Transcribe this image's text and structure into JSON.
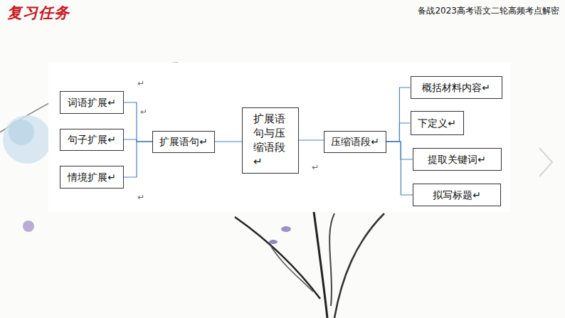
{
  "diagram": {
    "title": "复习任务",
    "nodes": [
      {
        "text": [
          "词语扩展↵"
        ]
      },
      {
        "text": [
          "句子扩展↵"
        ]
      },
      {
        "text": [
          "情境扩展↵"
        ]
      },
      {
        "text": [
          "扩展语句↵"
        ]
      },
      {
        "text": [
          "扩展语句与压缩语段↵"
        ]
      },
      {
        "text": [
          "压缩语段↵"
        ]
      },
      {
        "text": [
          "概括材料内容↵"
        ]
      },
      {
        "text": [
          "下定义↵"
        ]
      },
      {
        "text": [
          "提取关键词↵"
        ]
      },
      {
        "text": [
          "拟写标题↵"
        ]
      }
    ],
    "edges": [
      {
        "from": 3,
        "to": 0,
        "arrow": "none"
      },
      {
        "from": 3,
        "to": 1,
        "arrow": "none"
      },
      {
        "from": 3,
        "to": 2,
        "arrow": "none"
      },
      {
        "from": 3,
        "to": 4,
        "arrow": "none"
      },
      {
        "from": 4,
        "to": 5,
        "arrow": "none"
      },
      {
        "from": 5,
        "to": 6,
        "arrow": "none"
      },
      {
        "from": 5,
        "to": 7,
        "arrow": "none"
      },
      {
        "from": 5,
        "to": 8,
        "arrow": "none"
      },
      {
        "from": 5,
        "to": 9,
        "arrow": "none"
      }
    ],
    "labels": [
      "备战2023高考语文二轮高频考点解密",
      "↵",
      "↵",
      "↵",
      "↵"
    ]
  }
}
